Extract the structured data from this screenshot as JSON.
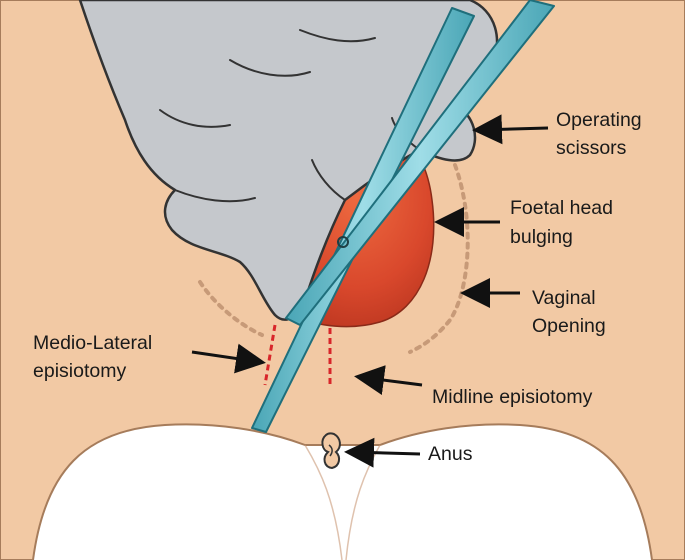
{
  "labels": {
    "operating_scissors": [
      "Operating",
      "scissors"
    ],
    "foetal_head": [
      "Foetal head",
      "bulging"
    ],
    "vaginal_opening": [
      "Vaginal",
      "Opening"
    ],
    "mediolateral": [
      "Medio-Lateral",
      "episiotomy"
    ],
    "midline": "Midline episiotomy",
    "anus": "Anus"
  },
  "colors": {
    "skin": "#f2c9a4",
    "skin_outline": "#a67c5b",
    "glove": "#c5c8cc",
    "glove_outline": "#333333",
    "head": "#d9482c",
    "scissors": "#6fc1cf",
    "incision": "#d8262a",
    "dotted_opening": "#c79a78",
    "arrow": "#111111"
  }
}
